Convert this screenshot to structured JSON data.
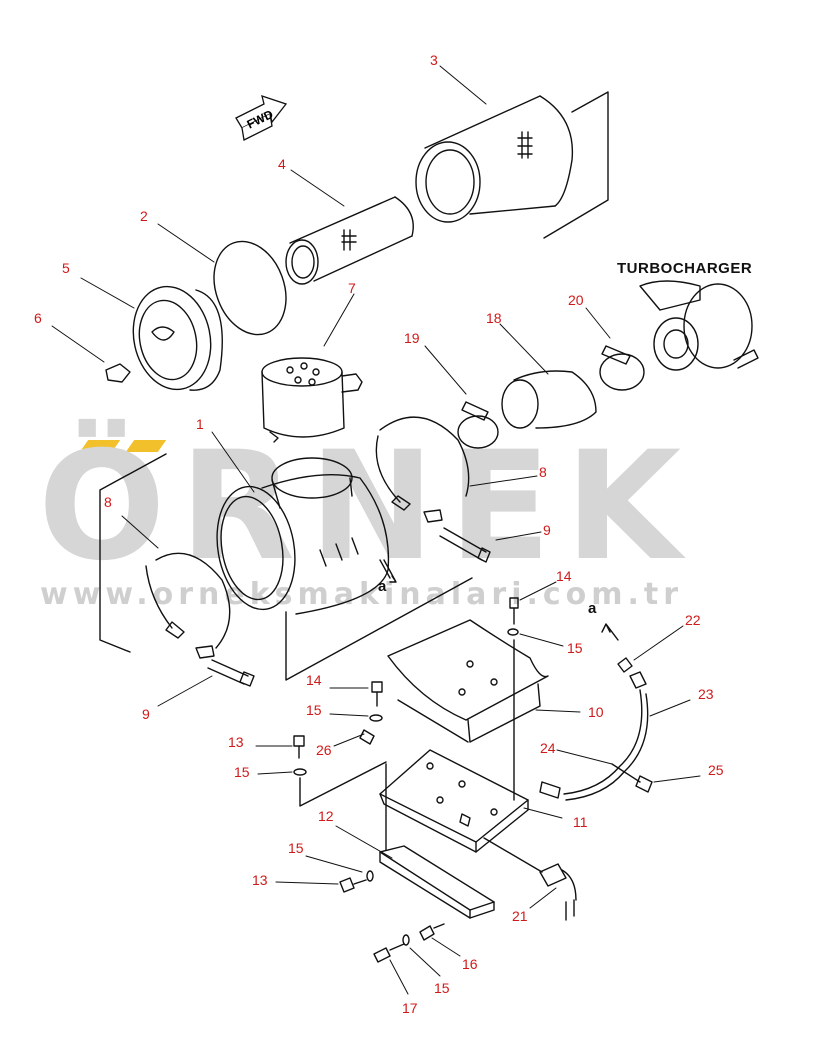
{
  "watermark": {
    "big": "ÖRNEK",
    "url": "www.orneksmakinalari.com.tr",
    "dot_color": "#f2c02a",
    "text_color": "#d6d6d6"
  },
  "diagram": {
    "component_label": "TURBOCHARGER",
    "fwd_text": "FWD",
    "connector_letter": "a",
    "callout_color": "#d01a1a",
    "callouts": [
      {
        "id": "c3",
        "text": "3"
      },
      {
        "id": "c4",
        "text": "4"
      },
      {
        "id": "c2",
        "text": "2"
      },
      {
        "id": "c5",
        "text": "5"
      },
      {
        "id": "c6",
        "text": "6"
      },
      {
        "id": "c7",
        "text": "7"
      },
      {
        "id": "c1",
        "text": "1"
      },
      {
        "id": "c19",
        "text": "19"
      },
      {
        "id": "c18",
        "text": "18"
      },
      {
        "id": "c20",
        "text": "20"
      },
      {
        "id": "c8a",
        "text": "8"
      },
      {
        "id": "c8b",
        "text": "8"
      },
      {
        "id": "c9a",
        "text": "9"
      },
      {
        "id": "c9b",
        "text": "9"
      },
      {
        "id": "c14a",
        "text": "14"
      },
      {
        "id": "c15a",
        "text": "15"
      },
      {
        "id": "c22",
        "text": "22"
      },
      {
        "id": "c14b",
        "text": "14"
      },
      {
        "id": "c15b",
        "text": "15"
      },
      {
        "id": "c10",
        "text": "10"
      },
      {
        "id": "c23",
        "text": "23"
      },
      {
        "id": "c13a",
        "text": "13"
      },
      {
        "id": "c26",
        "text": "26"
      },
      {
        "id": "c15c",
        "text": "15"
      },
      {
        "id": "c24",
        "text": "24"
      },
      {
        "id": "c25",
        "text": "25"
      },
      {
        "id": "c12",
        "text": "12"
      },
      {
        "id": "c11",
        "text": "11"
      },
      {
        "id": "c15d",
        "text": "15"
      },
      {
        "id": "c13b",
        "text": "13"
      },
      {
        "id": "c21",
        "text": "21"
      },
      {
        "id": "c16",
        "text": "16"
      },
      {
        "id": "c15e",
        "text": "15"
      },
      {
        "id": "c17",
        "text": "17"
      }
    ]
  }
}
